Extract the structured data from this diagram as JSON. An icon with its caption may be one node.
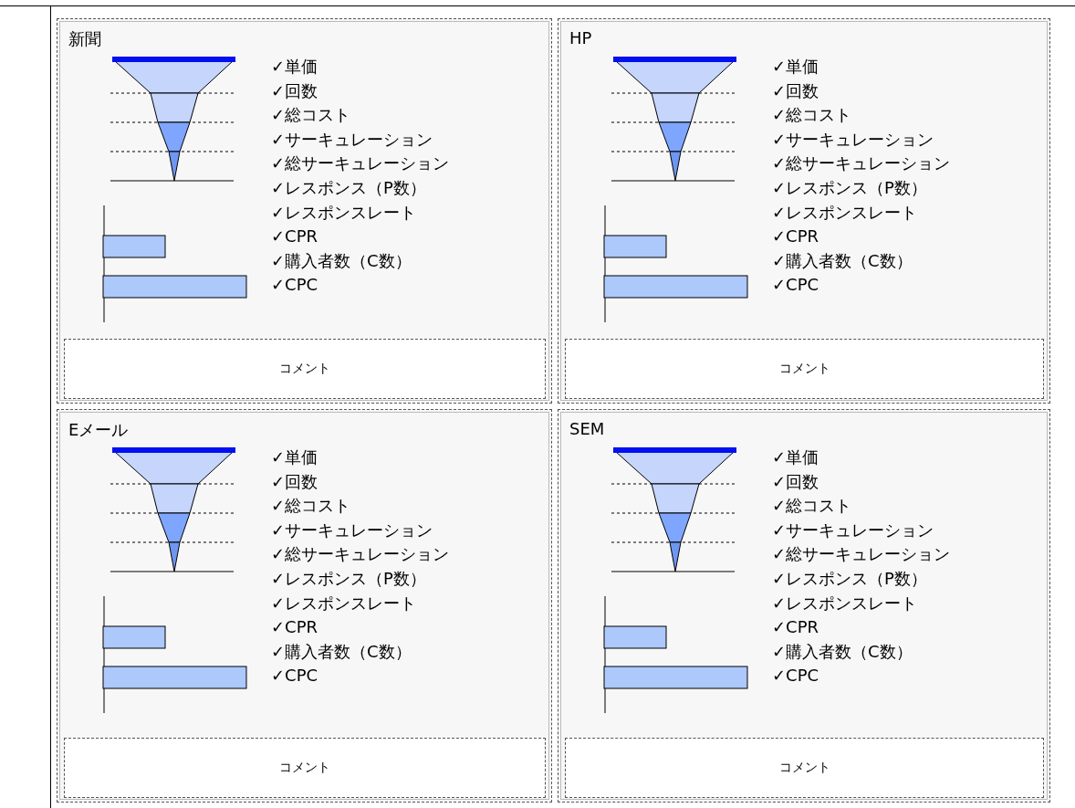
{
  "diagram": {
    "nodes": [
      {
        "text": [
          "新聞",
          "✓単価",
          "✓回数",
          "✓総コスト",
          "✓サーキュレーション",
          "✓総サーキュレーション",
          "✓レスポンス（P数）",
          "✓レスポンスレート",
          "✓CPR",
          "✓購入者数（C数）",
          "✓CPC"
        ]
      },
      {
        "text": [
          "コメント"
        ],
        "in": 0
      },
      {
        "text": [
          "HP",
          "✓単価",
          "✓回数",
          "✓総コスト",
          "✓サーキュレーション",
          "✓総サーキュレーション",
          "✓レスポンス（P数）",
          "✓レスポンスレート",
          "✓CPR",
          "✓購入者数（C数）",
          "✓CPC"
        ]
      },
      {
        "text": [
          "コメント"
        ],
        "in": 2
      },
      {
        "text": [
          "Eメール",
          "✓単価",
          "✓回数",
          "✓総コスト",
          "✓サーキュレーション",
          "✓総サーキュレーション",
          "✓レスポンス（P数）",
          "✓レスポンスレート",
          "✓CPR",
          "✓購入者数（C数）",
          "✓CPC"
        ]
      },
      {
        "text": [
          "コメント"
        ],
        "in": 4
      },
      {
        "text": [
          "SEM",
          "✓単価",
          "✓回数",
          "✓総コスト",
          "✓サーキュレーション",
          "✓総サーキュレーション",
          "✓レスポンス（P数）",
          "✓レスポンスレート",
          "✓CPR",
          "✓購入者数（C数）",
          "✓CPC"
        ]
      },
      {
        "text": [
          "コメント"
        ],
        "in": 6
      }
    ]
  }
}
